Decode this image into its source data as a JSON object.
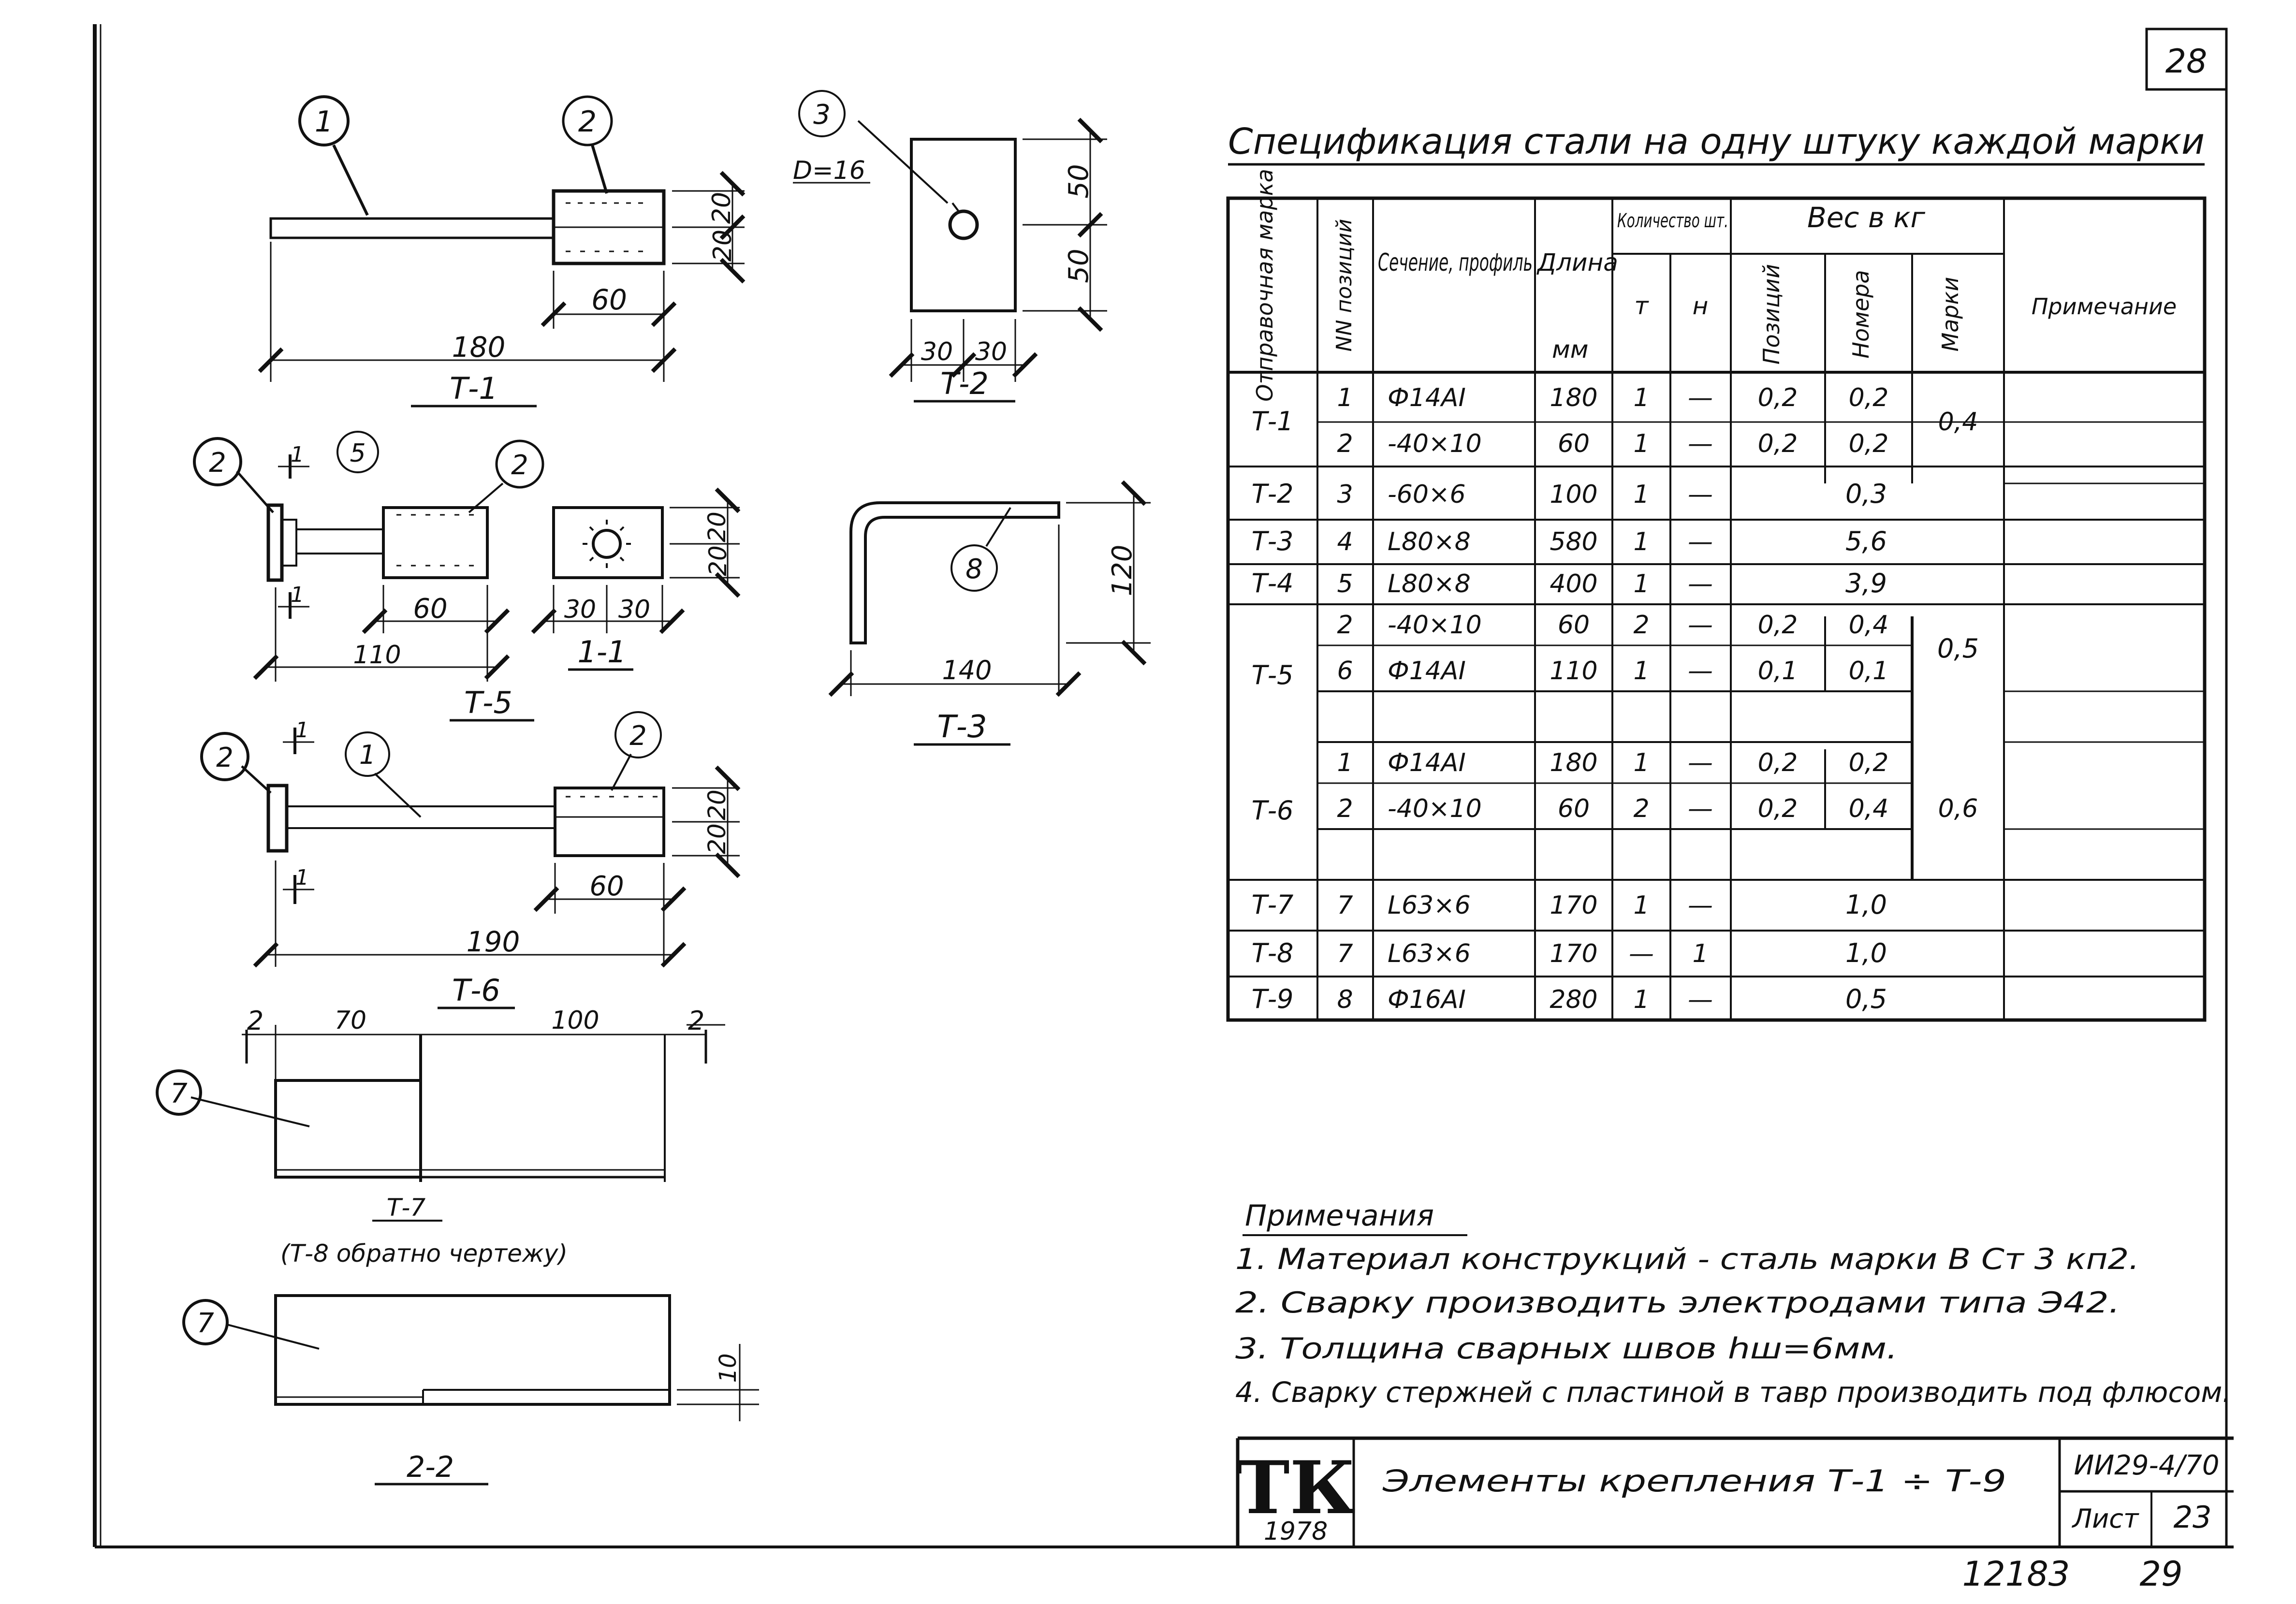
{
  "sheet_number": "28",
  "bottom_code": "12183",
  "bottom_page": "29",
  "drawings": {
    "t1": {
      "caption": "Т-1",
      "callouts": [
        "1",
        "2"
      ],
      "dims": {
        "len_total": "180",
        "len_plate": "60",
        "h1": "20",
        "h2": "20"
      }
    },
    "t2": {
      "caption": "Т-2",
      "callout": "3",
      "hole": "D=16",
      "dims": {
        "h1": "50",
        "h2": "50",
        "w1": "30",
        "w2": "30"
      }
    },
    "t3": {
      "caption": "Т-3",
      "callout": "8",
      "dims": {
        "width": "140",
        "height": "120"
      }
    },
    "t5": {
      "caption": "Т-5",
      "callouts": [
        "2",
        "2",
        "5"
      ],
      "section_mark": "1",
      "dims": {
        "len_total": "110",
        "len_plate": "60"
      }
    },
    "sec11": {
      "caption": "1-1",
      "dims": {
        "w1": "30",
        "w2": "30",
        "h1": "20",
        "h2": "20"
      }
    },
    "t6": {
      "caption": "Т-6",
      "callouts": [
        "2",
        "1",
        "2"
      ],
      "section_mark": "1",
      "dims": {
        "len_total": "190",
        "len_plate": "60",
        "h1": "20",
        "h2": "20"
      }
    },
    "t7": {
      "caption": "Т-7",
      "subcaption": "(Т-8 обратно чертежу)",
      "callout": "7",
      "dims": {
        "gap_l": "2",
        "gap_r": "2",
        "w1": "70",
        "w2": "100"
      }
    },
    "sec22": {
      "caption": "2-2",
      "callout": "7",
      "dims": {
        "thickness": "10"
      }
    }
  },
  "spec": {
    "title": "Спецификация стали на одну штуку каждой марки",
    "headers": {
      "mark": "Отправочная марка",
      "pos": "NN позиций",
      "section": "Сечение, профиль",
      "length": "Длина",
      "length_unit": "мм",
      "qty": "Количество шт.",
      "qty_t": "т",
      "qty_n": "н",
      "weight": "Вес в кг",
      "w_pos": "Позиций",
      "w_num": "Номера",
      "w_mark": "Марки",
      "note": "Примечание"
    },
    "rows": [
      {
        "mark": "Т-1",
        "pos": "1",
        "section": "Ф14АI",
        "len": "180",
        "t": "1",
        "n": "—",
        "wpos": "0,2",
        "wnum": "0,2",
        "wmark": "0,4"
      },
      {
        "mark": "",
        "pos": "2",
        "section": "-40×10",
        "len": "60",
        "t": "1",
        "n": "—",
        "wpos": "0,2",
        "wnum": "0,2",
        "wmark": ""
      },
      {
        "mark": "Т-2",
        "pos": "3",
        "section": "-60×6",
        "len": "100",
        "t": "1",
        "n": "—",
        "wall": "0,3"
      },
      {
        "mark": "Т-3",
        "pos": "4",
        "section": "L80×8",
        "len": "580",
        "t": "1",
        "n": "—",
        "wall": "5,6"
      },
      {
        "mark": "Т-4",
        "pos": "5",
        "section": "L80×8",
        "len": "400",
        "t": "1",
        "n": "—",
        "wall": "3,9"
      },
      {
        "mark": "Т-5",
        "pos": "2",
        "section": "-40×10",
        "len": "60",
        "t": "2",
        "n": "—",
        "wpos": "0,2",
        "wnum": "0,4",
        "wmark": "0,5"
      },
      {
        "mark": "",
        "pos": "6",
        "section": "Ф14АI",
        "len": "110",
        "t": "1",
        "n": "—",
        "wpos": "0,1",
        "wnum": "0,1",
        "wmark": ""
      },
      {
        "mark": "Т-6",
        "pos": "1",
        "section": "Ф14АI",
        "len": "180",
        "t": "1",
        "n": "—",
        "wpos": "0,2",
        "wnum": "0,2",
        "wmark": "0,6"
      },
      {
        "mark": "",
        "pos": "2",
        "section": "-40×10",
        "len": "60",
        "t": "2",
        "n": "—",
        "wpos": "0,2",
        "wnum": "0,4",
        "wmark": ""
      },
      {
        "mark": "Т-7",
        "pos": "7",
        "section": "L63×6",
        "len": "170",
        "t": "1",
        "n": "—",
        "wall": "1,0"
      },
      {
        "mark": "Т-8",
        "pos": "7",
        "section": "L63×6",
        "len": "170",
        "t": "—",
        "n": "1",
        "wall": "1,0"
      },
      {
        "mark": "Т-9",
        "pos": "8",
        "section": "Ф16АI",
        "len": "280",
        "t": "1",
        "n": "—",
        "wall": "0,5"
      }
    ]
  },
  "notes": {
    "heading": "Примечания",
    "items": [
      "1. Материал конструкций - сталь марки В Ст 3 кп2.",
      "2. Сварку производить электродами типа Э42.",
      "3. Толщина сварных швов hш=6мм.",
      "4. Сварку стержней с пластиной в тавр производить под флюсом."
    ]
  },
  "title_block": {
    "logo": "ТК",
    "year": "1978",
    "title": "Элементы крепления Т-1 ÷ Т-9",
    "code": "ИИ29-4/70",
    "sheet_label": "Лист",
    "sheet_no": "23"
  }
}
